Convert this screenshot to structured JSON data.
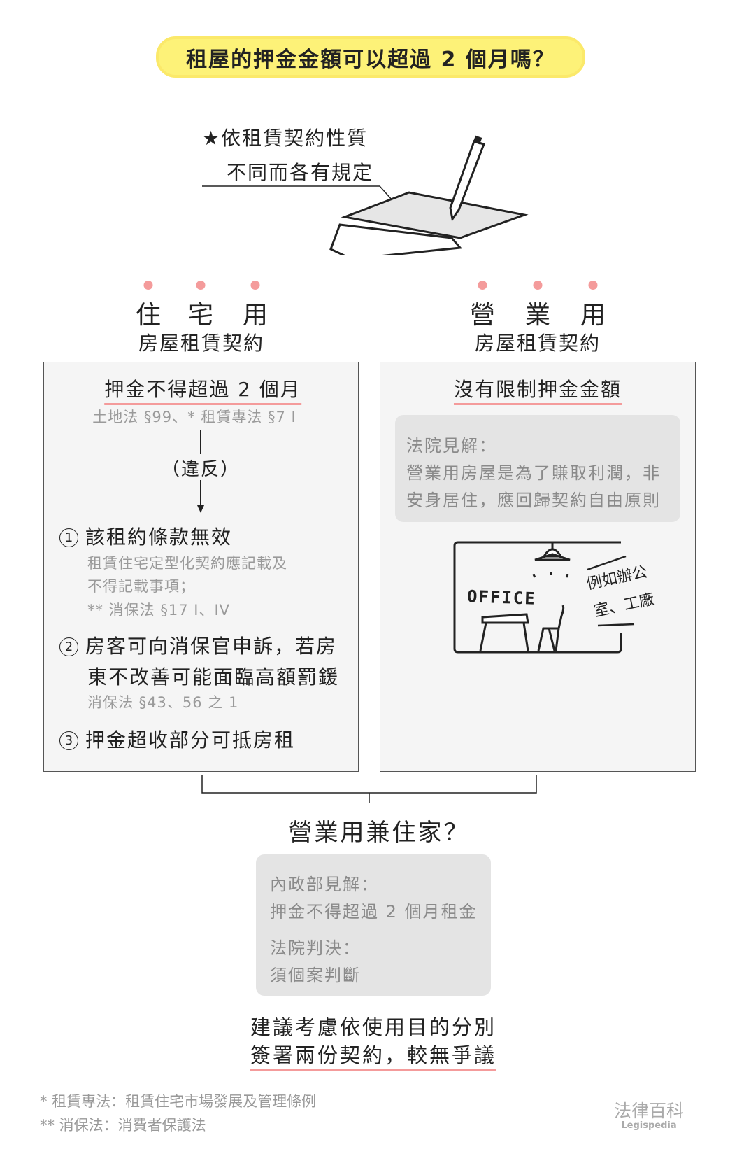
{
  "title": "租屋的押金金額可以超過 2 個月嗎？",
  "intro": {
    "line1": "依租賃契約性質",
    "line2": "不同而各有規定",
    "icon": "star-icon"
  },
  "left": {
    "type_chars": [
      "住",
      "宅",
      "用"
    ],
    "subtitle": "房屋租賃契約",
    "heading": "押金不得超過 2 個月",
    "citation": "土地法 §99、* 租賃專法 §7 I",
    "violation": "（違反）",
    "items": [
      {
        "num": "1",
        "text": "該租約條款無效",
        "notes": [
          "租賃住宅定型化契約應記載及",
          "不得記載事項；",
          "** 消保法 §17 I、IV"
        ]
      },
      {
        "num": "2",
        "text": [
          "房客可向消保官申訴，若房",
          "東不改善可能面臨高額罰鍰"
        ],
        "notes": [
          "消保法 §43、56 之 1"
        ]
      },
      {
        "num": "3",
        "text": "押金超收部分可抵房租"
      }
    ]
  },
  "right": {
    "type_chars": [
      "營",
      "業",
      "用"
    ],
    "subtitle": "房屋租賃契約",
    "heading": "沒有限制押金金額",
    "opinion": [
      "法院見解：",
      "營業用房屋是為了賺取利潤，非",
      "安身居住，應回歸契約自由原則"
    ],
    "office_sign": "OFFICE",
    "example": [
      "例如辦公",
      "室、工廠"
    ]
  },
  "mixed": {
    "question": "營業用兼住家？",
    "opinions": [
      "內政部見解：",
      "押金不得超過 2 個月租金",
      "法院判決：",
      "須個案判斷"
    ]
  },
  "recommendation": [
    "建議考慮依使用目的分別",
    "簽署兩份契約，較無爭議"
  ],
  "footnotes": [
    "* 租賃專法：租賃住宅市場發展及管理條例",
    "** 消保法：消費者保護法"
  ],
  "logo": {
    "zh": "法律百科",
    "en": "Legispedia"
  },
  "colors": {
    "title_bg": "#fdf278",
    "accent": "#f49b9b",
    "box_bg": "#f5f5f5",
    "note_bg": "#e4e4e4"
  }
}
